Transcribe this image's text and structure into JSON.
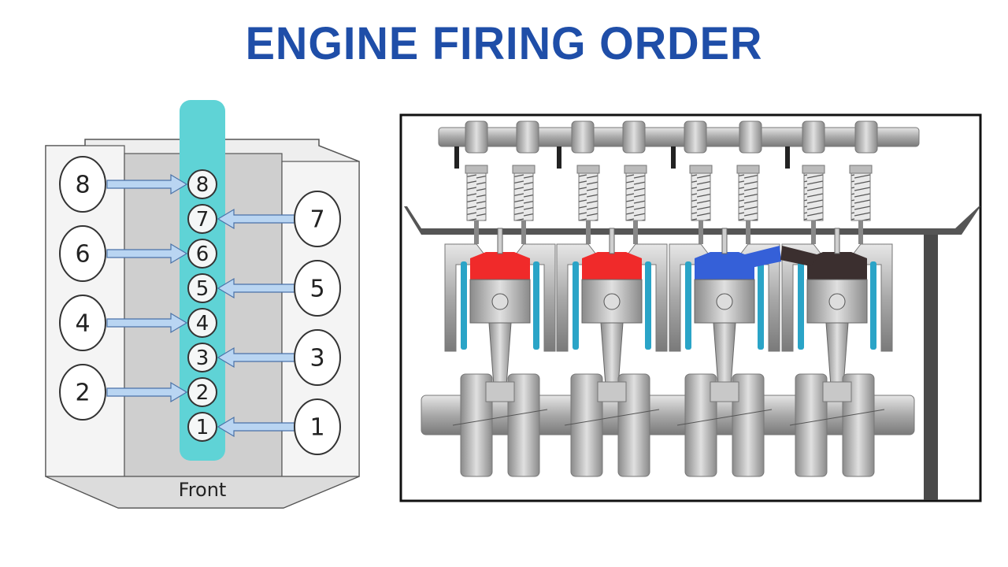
{
  "title": "ENGINE FIRING ORDER",
  "diagram": {
    "front_label": "Front",
    "center_cylinders": [
      "8",
      "7",
      "6",
      "5",
      "4",
      "3",
      "2",
      "1"
    ],
    "left_bank": [
      "8",
      "6",
      "4",
      "2"
    ],
    "right_bank": [
      "7",
      "5",
      "3",
      "1"
    ]
  },
  "colors": {
    "title": "#1f4ea8",
    "center_bar": "#5fd3d6",
    "arrow": "#b9d5f2",
    "hot_red": "#f02a2a",
    "cool_blue": "#3560d8",
    "exhaust_dark": "#3b2f2f"
  },
  "icons": [
    "piston-icon",
    "crankshaft-icon",
    "camshaft-icon",
    "valve-spring-icon"
  ]
}
